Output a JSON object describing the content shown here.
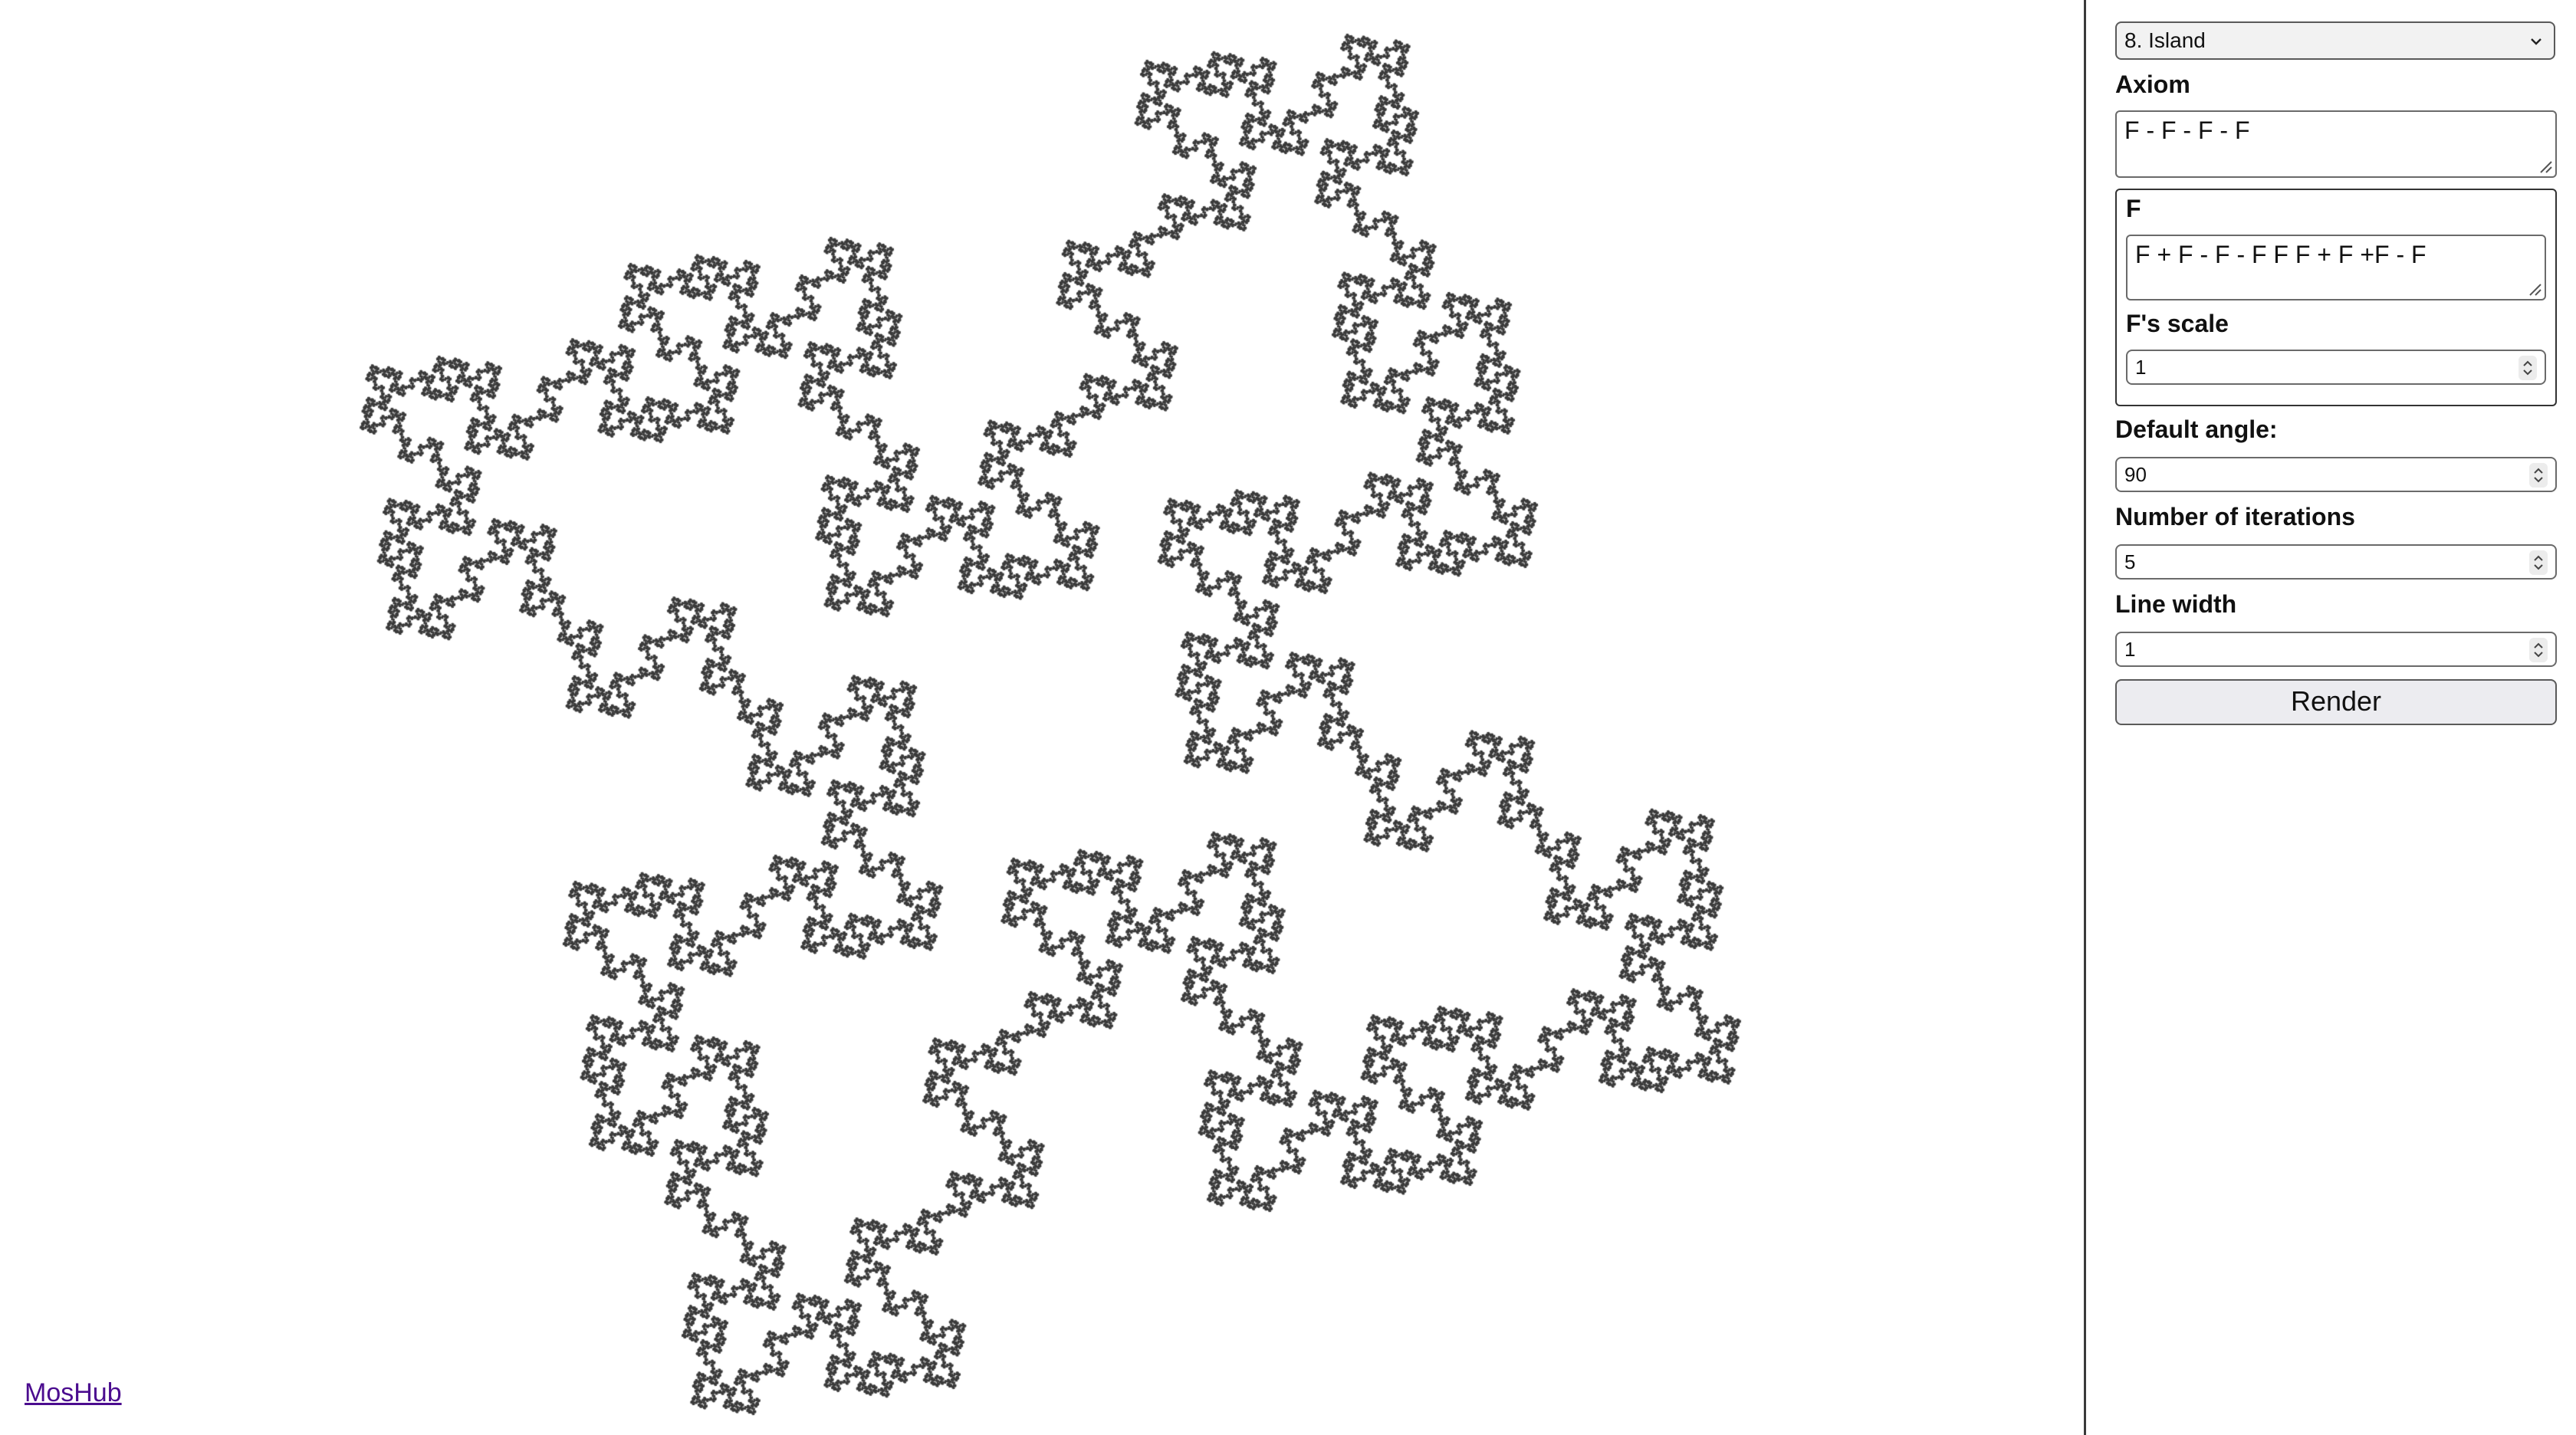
{
  "footer": {
    "link_label": "MosHub"
  },
  "controls": {
    "preset": {
      "selected": "8. Island"
    },
    "axiom": {
      "label": "Axiom",
      "value": "F - F - F - F"
    },
    "rule": {
      "label": "F",
      "value": "F + F - F - F F F + F +F - F",
      "scale_label": "F's scale",
      "scale_value": "1"
    },
    "angle": {
      "label": "Default angle:",
      "value": "90"
    },
    "iterations": {
      "label": "Number of iterations",
      "value": "5"
    },
    "line_width": {
      "label": "Line width",
      "value": "1"
    },
    "render_label": "Render"
  },
  "colors": {
    "stroke": "#3a3a3a",
    "link": "#4b0c8f"
  }
}
